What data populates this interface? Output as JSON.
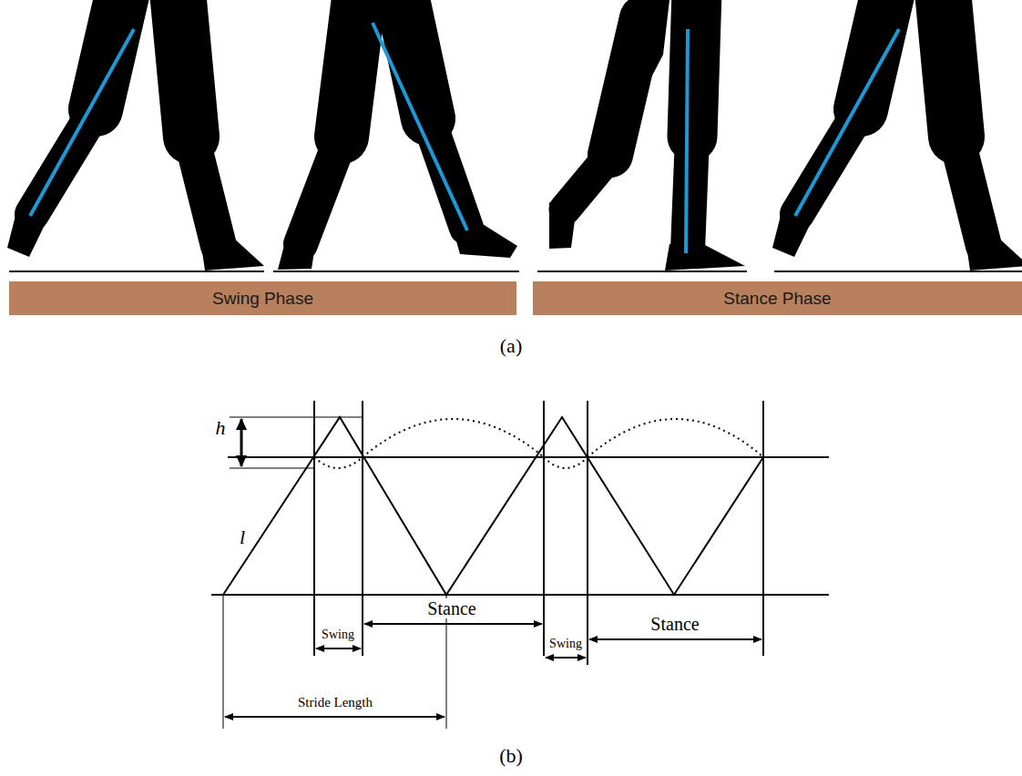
{
  "diagram": {
    "nodes": [
      {
        "text": [
          "Swing Phase"
        ]
      },
      {
        "text": [
          "Stance Phase"
        ]
      }
    ],
    "edges": [],
    "labels": [
      "(a)",
      "h",
      "l",
      "Stride Length",
      "Swing",
      "Stance",
      "Swing",
      "Stance",
      "(b)"
    ]
  }
}
